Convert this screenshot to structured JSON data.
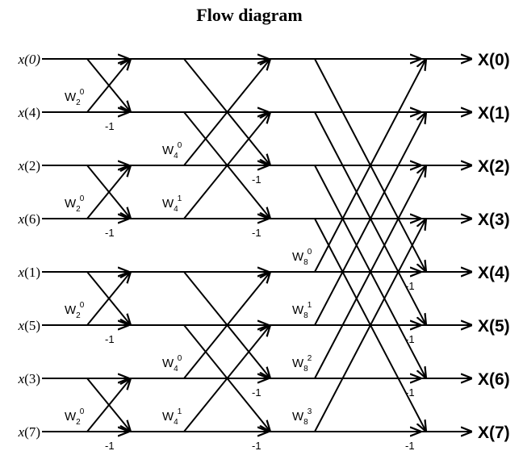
{
  "title": "Flow diagram",
  "inputs": [
    {
      "func": "x",
      "idx": "(0)",
      "italic_idx": true
    },
    {
      "func": "x",
      "idx": "(4)",
      "italic_idx": false
    },
    {
      "func": "x",
      "idx": "(2)",
      "italic_idx": false
    },
    {
      "func": "x",
      "idx": "(6)",
      "italic_idx": false
    },
    {
      "func": "x",
      "idx": "(1)",
      "italic_idx": false
    },
    {
      "func": "x",
      "idx": "(5)",
      "italic_idx": false
    },
    {
      "func": "x",
      "idx": "(3)",
      "italic_idx": false
    },
    {
      "func": "x",
      "idx": "(7)",
      "italic_idx": false
    }
  ],
  "outputs": [
    "X(0)",
    "X(1)",
    "X(2)",
    "X(3)",
    "X(4)",
    "X(5)",
    "X(6)",
    "X(7)"
  ],
  "twiddle_symbol": "W",
  "minus_one": "-1",
  "stages": [
    {
      "twiddles": [
        {
          "row": 1,
          "N": "2",
          "k": "0"
        },
        {
          "row": 3,
          "N": "2",
          "k": "0"
        },
        {
          "row": 5,
          "N": "2",
          "k": "0"
        },
        {
          "row": 7,
          "N": "2",
          "k": "0"
        }
      ]
    },
    {
      "twiddles": [
        {
          "row": 2,
          "N": "4",
          "k": "0"
        },
        {
          "row": 3,
          "N": "4",
          "k": "1"
        },
        {
          "row": 6,
          "N": "4",
          "k": "0"
        },
        {
          "row": 7,
          "N": "4",
          "k": "1"
        }
      ]
    },
    {
      "twiddles": [
        {
          "row": 4,
          "N": "8",
          "k": "0"
        },
        {
          "row": 5,
          "N": "8",
          "k": "1"
        },
        {
          "row": 6,
          "N": "8",
          "k": "2"
        },
        {
          "row": 7,
          "N": "8",
          "k": "3"
        }
      ]
    }
  ]
}
